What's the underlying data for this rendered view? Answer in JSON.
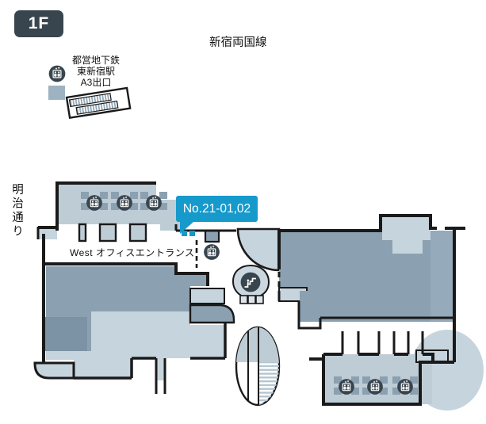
{
  "floor_badge": {
    "label": "1F"
  },
  "streets": {
    "top_label": "新宿両国線",
    "left_label": "明治通り"
  },
  "subway_exit": {
    "line1": "都営地下鉄",
    "line2": "東新宿駅",
    "line3": "A3出口"
  },
  "callout": {
    "label": "No.21-01,02"
  },
  "west": {
    "entrance_label": "West オフィスエントランス"
  },
  "icons": {
    "elevator": "elevator-icon",
    "escalator": "escalator-icon",
    "stairs": "stairs-icon",
    "subway_exit_stairs": "exit-stairs-icon"
  },
  "colors": {
    "accent_cyan": "#1699CB",
    "wall": "#1A1A1A",
    "building_fill": "#8BA1B1",
    "light_fill": "#C6D4DD",
    "lobby_fill": "#BECCD6",
    "mid_fill": "#95AABA",
    "dark_square_fill": "#7C93A5",
    "icon_bg": "#39454E",
    "exit_square_fill": "#9EB3C1"
  }
}
